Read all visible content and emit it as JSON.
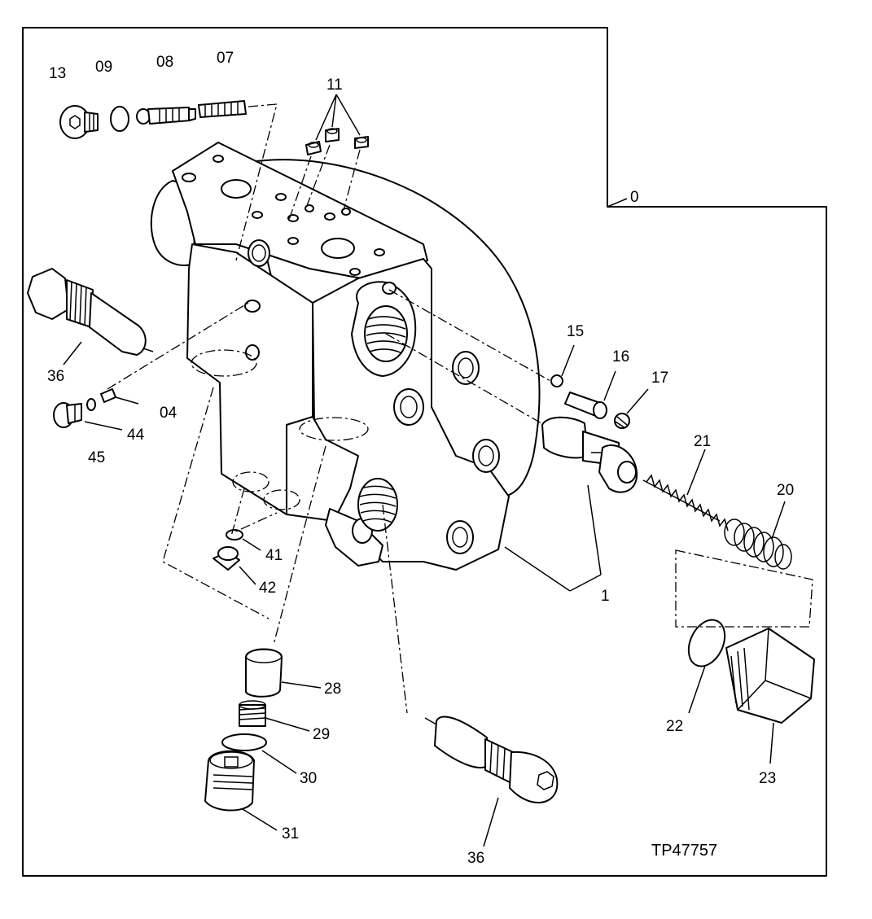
{
  "diagram_id": "TP47757",
  "assembly_label": "0",
  "callouts": {
    "c13": "13",
    "c09": "09",
    "c08": "08",
    "c07": "07",
    "c11": "11",
    "c36a": "36",
    "c04": "04",
    "c44": "44",
    "c45": "45",
    "c15": "15",
    "c16": "16",
    "c17": "17",
    "c21": "21",
    "c20": "20",
    "c1": "1",
    "c41": "41",
    "c42": "42",
    "c28": "28",
    "c29": "29",
    "c30": "30",
    "c31": "31",
    "c36b": "36",
    "c22": "22",
    "c23": "23"
  }
}
